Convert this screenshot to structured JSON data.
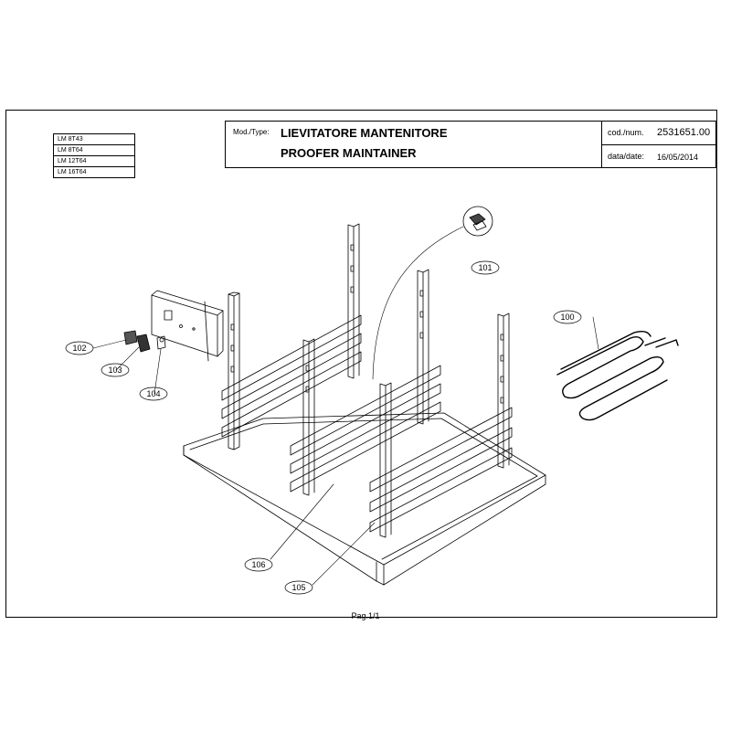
{
  "models": [
    "LM 8T43",
    "LM 8T64",
    "LM 12T64",
    "LM 16T64"
  ],
  "title_block": {
    "mod_label": "Mod./Type:",
    "title_it": "LIEVITATORE MANTENITORE",
    "title_en": "PROOFER MAINTAINER",
    "cod_label": "cod./num.",
    "cod_value": "2531651.00",
    "data_label": "data/date:",
    "data_value": "16/05/2014"
  },
  "callouts": [
    "100",
    "101",
    "102",
    "103",
    "104",
    "105",
    "106"
  ],
  "page_label": "Pag.1/1"
}
